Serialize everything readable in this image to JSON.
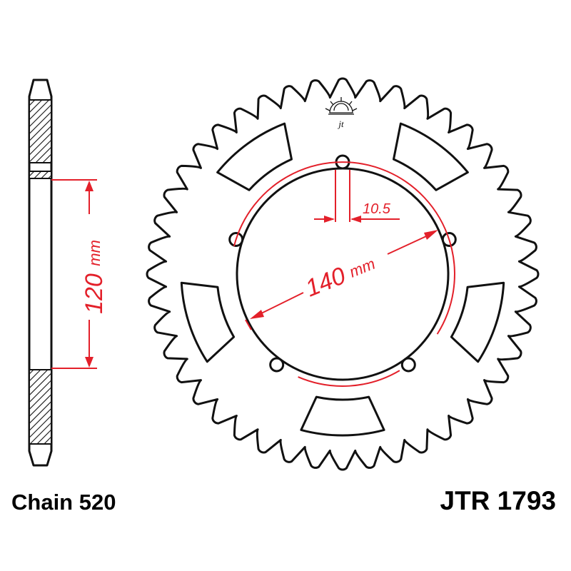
{
  "product_code": "JTR 1793",
  "chain_label": "Chain 520",
  "dimensions": {
    "width_value": "120",
    "width_unit": "mm",
    "pcd_value": "140",
    "pcd_unit": "mm",
    "bolt_hole": "10.5"
  },
  "logo_text": "jt",
  "colors": {
    "outline": "#111111",
    "dimension": "#e3202a",
    "background": "#ffffff"
  },
  "icons": [
    "jt-logo-icon"
  ]
}
